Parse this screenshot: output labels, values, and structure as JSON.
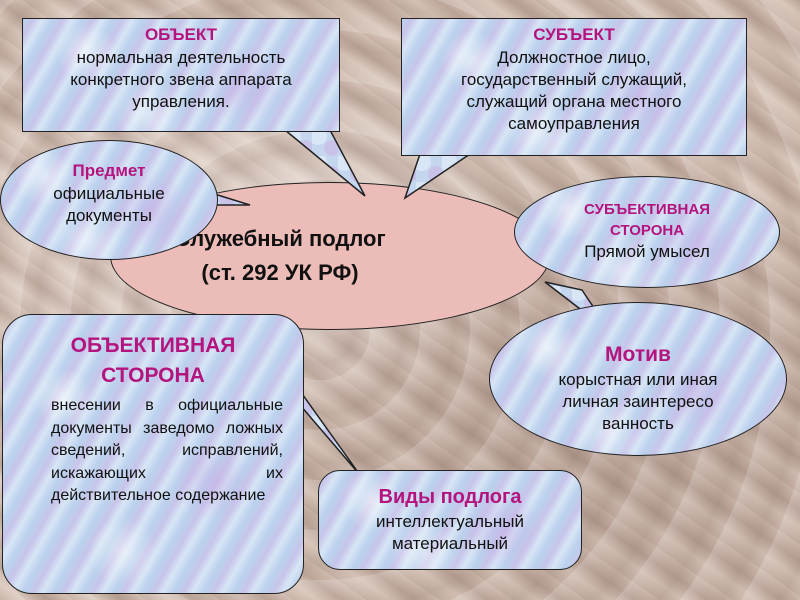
{
  "center": {
    "line1": "Служебный подлог",
    "line2": "(ст. 292 УК РФ)"
  },
  "object": {
    "title": "ОБЪЕКТ",
    "text": "нормальная деятельность конкретного звена аппарата управления."
  },
  "subject": {
    "title": "СУБЪЕКТ",
    "text": "Должностное лицо, государственный служащий, служащий органа местного самоуправления"
  },
  "item": {
    "title": "Предмет",
    "text": "официальные документы"
  },
  "subjective_side": {
    "title_line1": "СУБЪЕКТИВНАЯ",
    "title_line2": "СТОРОНА",
    "text": "Прямой умысел"
  },
  "objective_side": {
    "title_line1": "ОБЪЕКТИВНАЯ",
    "title_line2": "СТОРОНА",
    "text": "внесении в официальные документы заведомо ложных сведений, исправлений, искажающих их действительное содержание"
  },
  "motive": {
    "title": "Мотив",
    "text": "корыстная или иная личная заинтересо ванность"
  },
  "types": {
    "title": "Виды подлога",
    "line1": "интеллектуальный",
    "line2": "материальный"
  },
  "colors": {
    "title": "#b4147e",
    "center_fill": "#ecbcb8",
    "callout_fill": "#c5d6ef"
  }
}
